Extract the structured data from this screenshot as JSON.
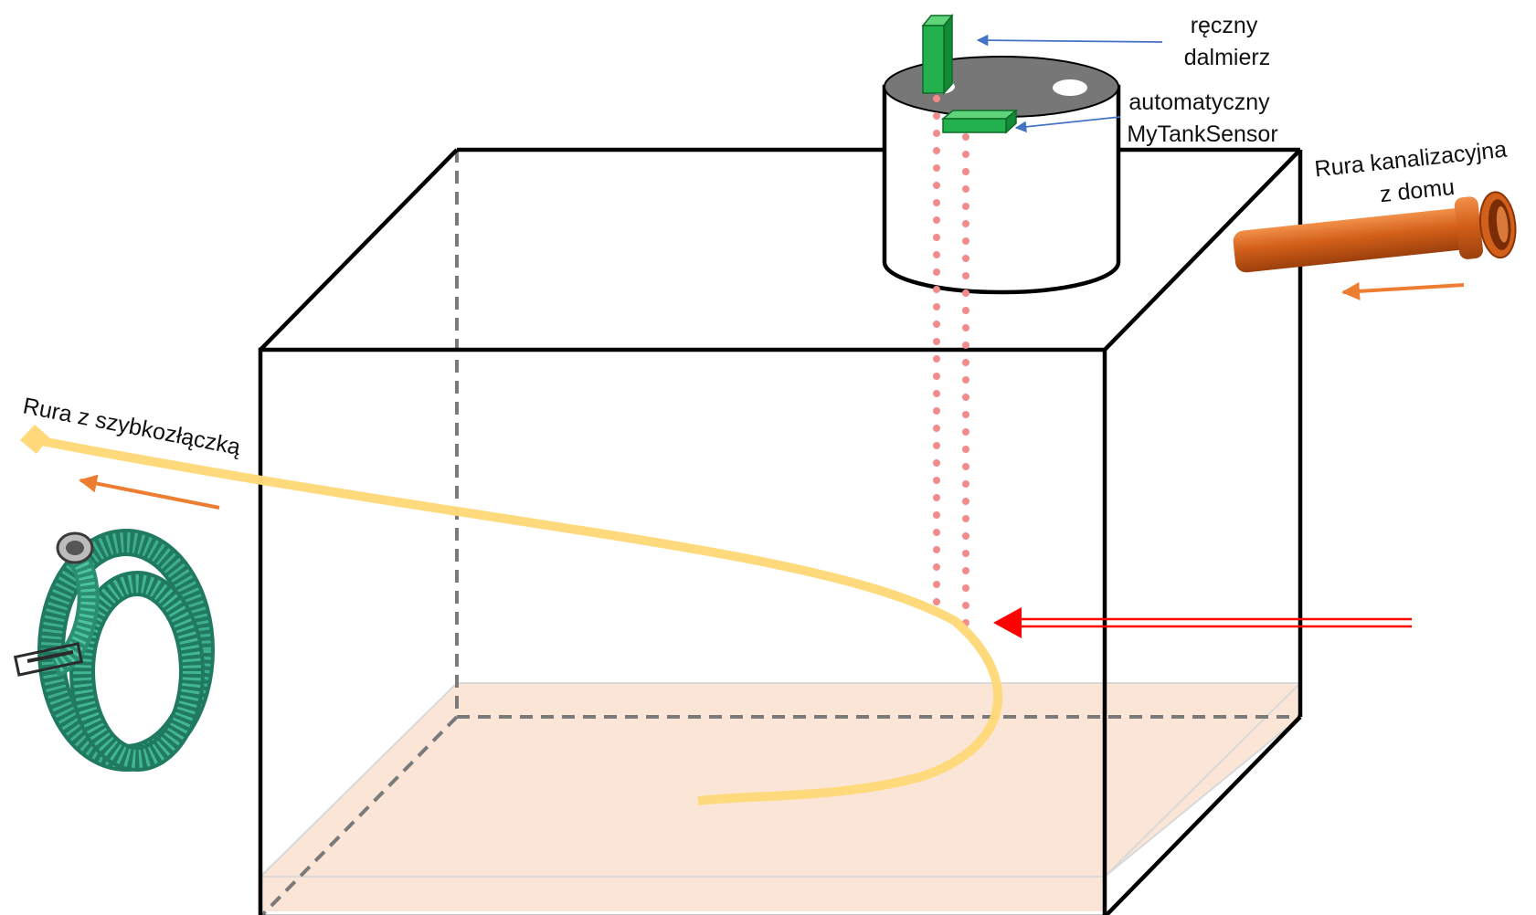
{
  "labels": {
    "manual_rangefinder": [
      "ręczny",
      "dalmierz"
    ],
    "auto_sensor": [
      "automatyczny",
      "MyTankSensor"
    ],
    "house_pipe": [
      "Rura kanalizacyjna",
      "z domu"
    ],
    "quick_pipe": "Rura z szybkozłączką"
  },
  "colors": {
    "tank_outline": "#000000",
    "hidden_edges": "#7a7a7a",
    "sludge_fill": "#fbe5d6",
    "suction_hose": "#ffd97a",
    "sensor_green": "#22b14c",
    "lid_gray": "#777777",
    "laser_dots": "#f28b8b",
    "level_arrow": "#ff0000",
    "flow_arrows": "#ed7d31",
    "pointer_arrows": "#4472c4",
    "sewage_pipe": "#d2601a",
    "coiled_hose": "#2f9d7e"
  },
  "icons": {
    "house_pipe": "orange-sewer-pipe-icon",
    "coiled_hose": "green-coiled-hose-icon"
  }
}
